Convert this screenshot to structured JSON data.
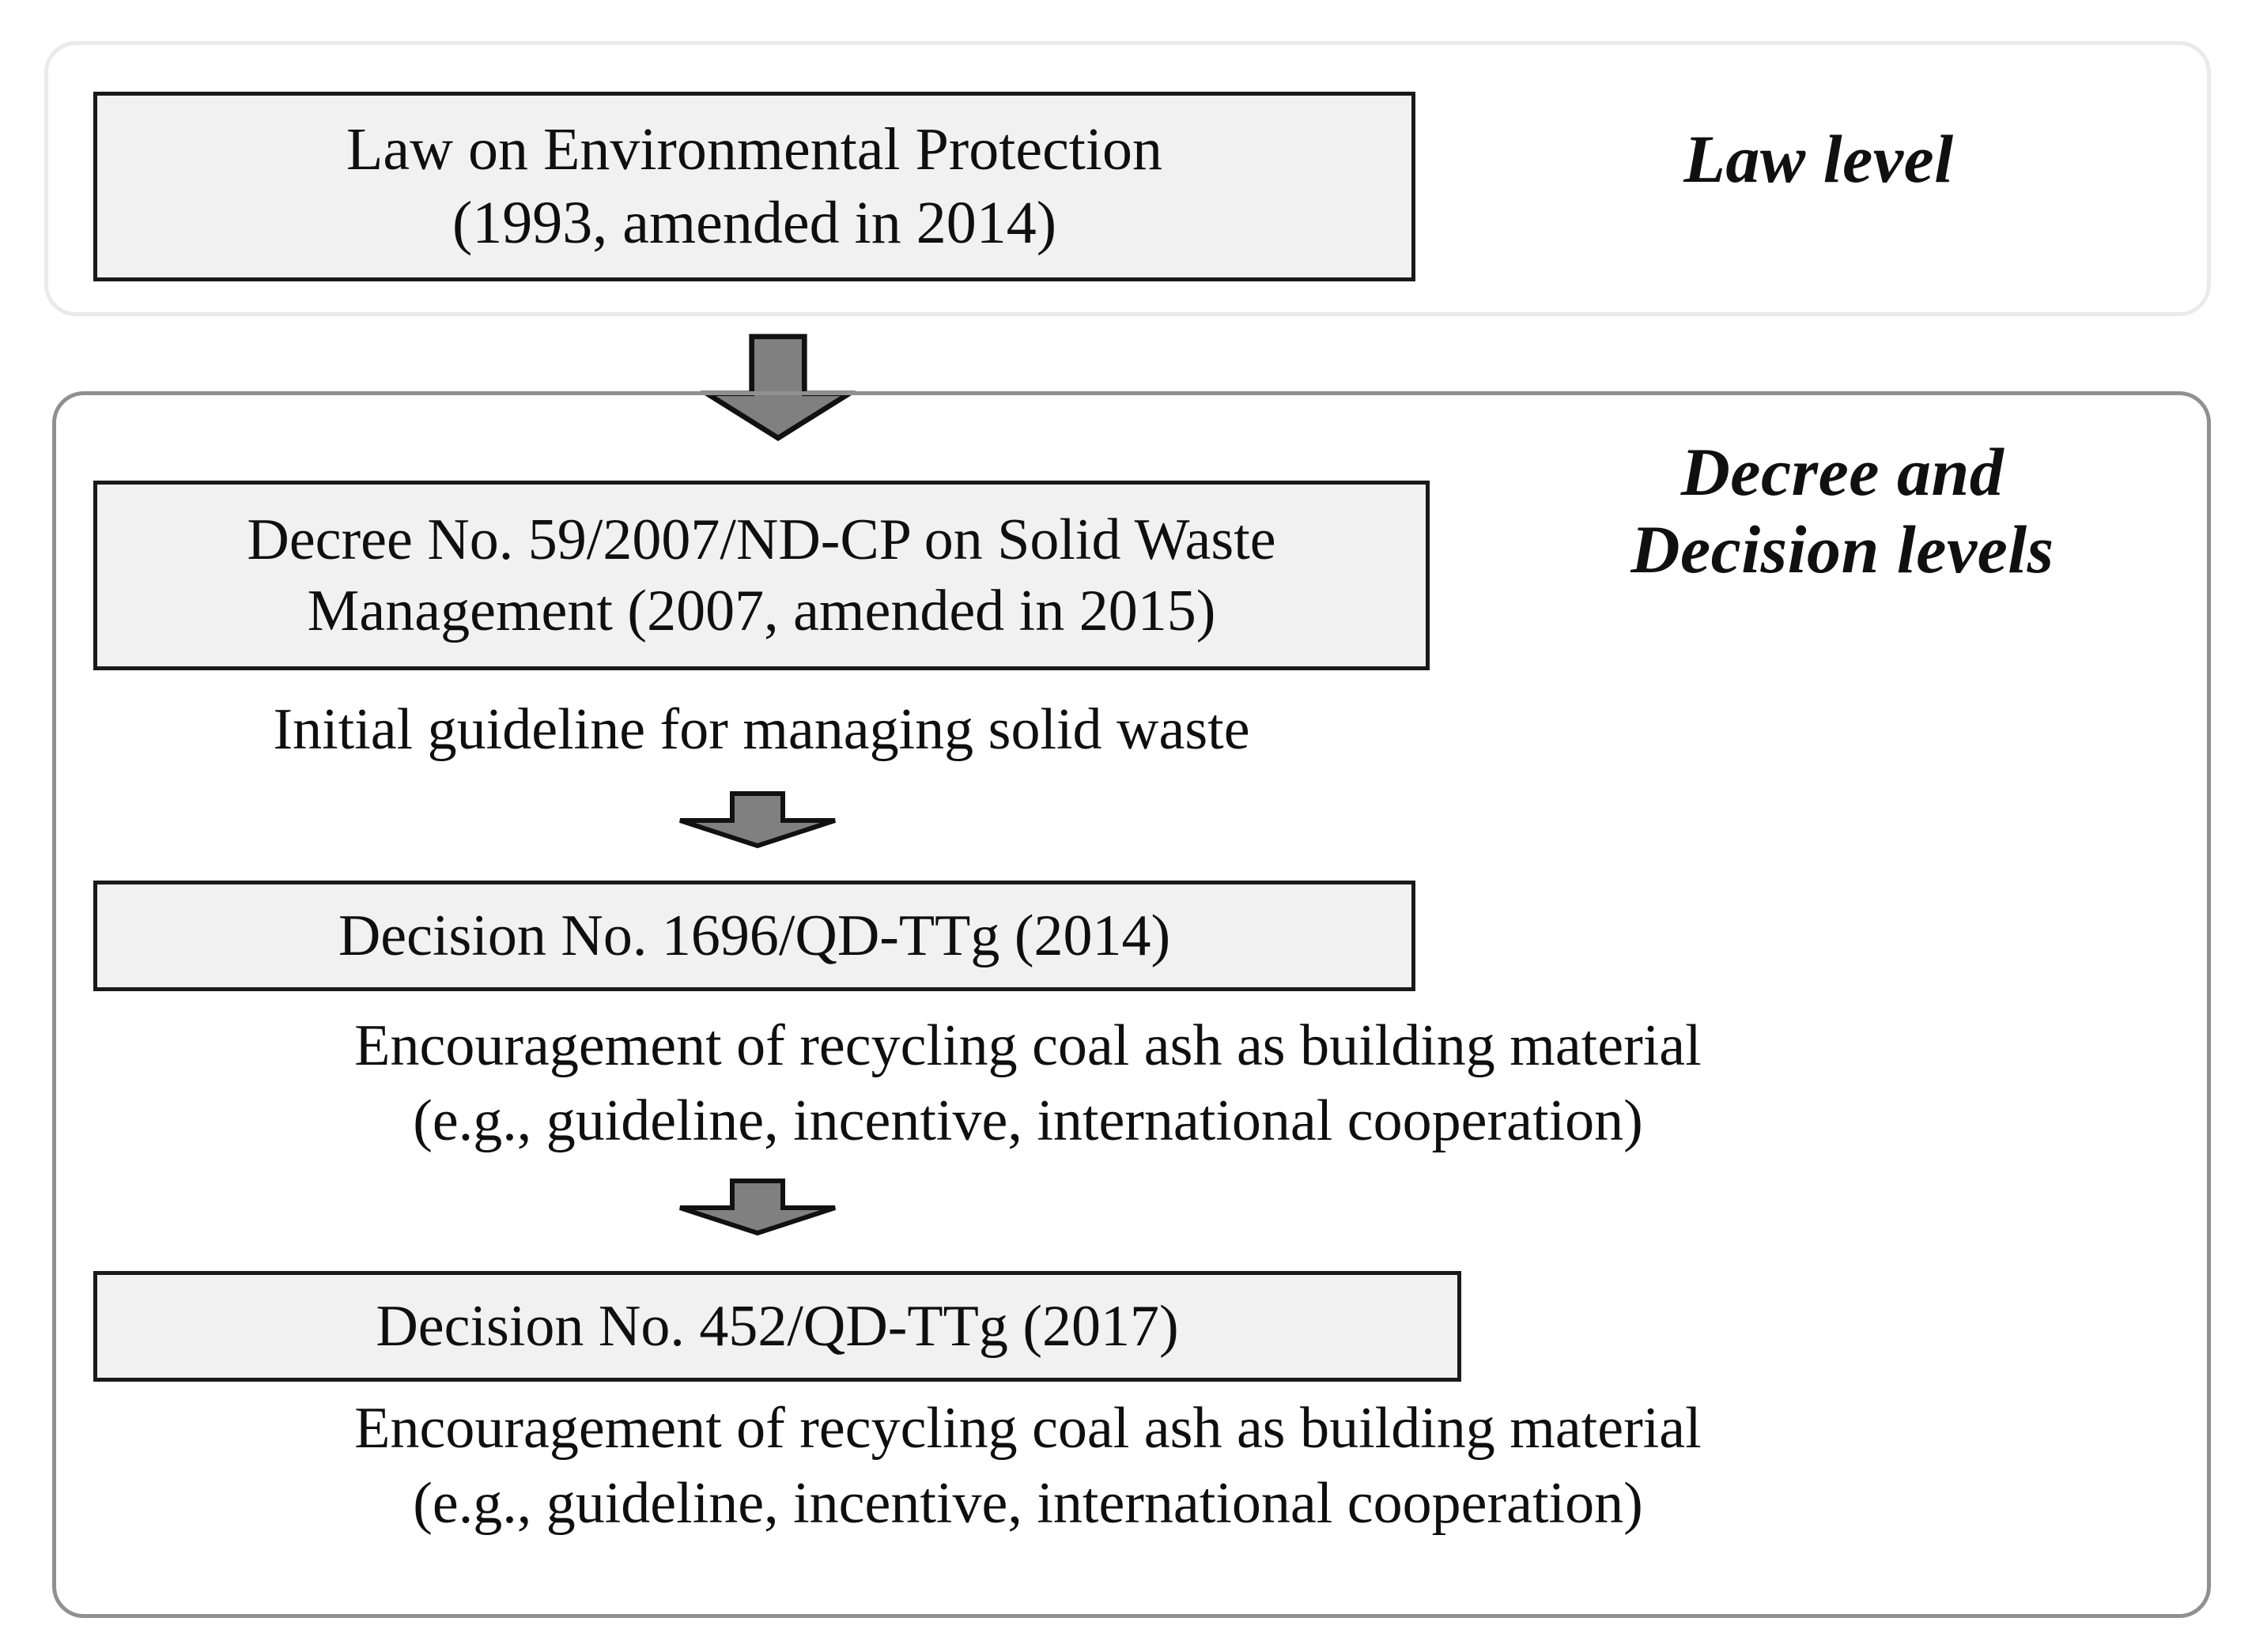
{
  "figure": {
    "type": "flowchart",
    "orientation": "top-to-bottom",
    "description": "Hierarchy of Vietnamese regulations on solid waste and coal ash recycling"
  },
  "levels": [
    {
      "id": "law-level",
      "label": "Law level",
      "border_color": "#eaeaea"
    },
    {
      "id": "decree-decision-level",
      "label": "Decree and\nDecision levels",
      "label_line_1": "Decree and",
      "label_line_2": "Decision levels",
      "border_color": "#909090"
    }
  ],
  "boxes": {
    "law": {
      "line_1": "Law on Environmental Protection",
      "line_2": "(1993, amended in 2014)",
      "fill_color": "#f1f1f1",
      "border_color": "#1a1a1a"
    },
    "decree_59": {
      "line_1": "Decree No. 59/2007/ND-CP on Solid Waste",
      "line_2": "Management (2007, amended in 2015)",
      "fill_color": "#f1f1f1",
      "border_color": "#1a1a1a"
    },
    "decision_1696": {
      "line_1": "Decision No. 1696/QD-TTg (2014)",
      "fill_color": "#f1f1f1",
      "border_color": "#1a1a1a"
    },
    "decision_452": {
      "line_1": "Decision No. 452/QD-TTg (2017)",
      "fill_color": "#f1f1f1",
      "border_color": "#1a1a1a"
    }
  },
  "captions": {
    "after_decree_59": "Initial guideline for managing solid waste",
    "after_decision_1696_line_1": "Encouragement of recycling coal ash as building material",
    "after_decision_1696_line_2": "(e.g., guideline, incentive, international cooperation)",
    "after_decision_452_line_1": "Encouragement of recycling coal ash as building material",
    "after_decision_452_line_2": "(e.g., guideline, incentive, international cooperation)"
  },
  "arrows": [
    {
      "id": "arrow-law-to-decree",
      "icon": "down-arrow-icon",
      "size": "large",
      "fill_color": "#808080",
      "stroke_color": "#111111"
    },
    {
      "id": "arrow-decree-to-decision-1696",
      "icon": "down-arrow-icon",
      "size": "small",
      "fill_color": "#808080",
      "stroke_color": "#111111"
    },
    {
      "id": "arrow-decision-1696-to-452",
      "icon": "down-arrow-icon",
      "size": "small",
      "fill_color": "#808080",
      "stroke_color": "#111111"
    }
  ]
}
